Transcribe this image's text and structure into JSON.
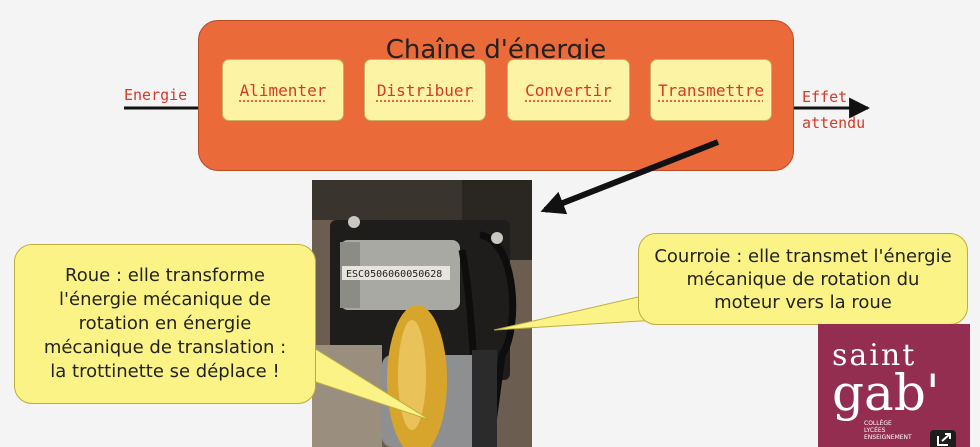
{
  "diagram": {
    "title": "Chaîne d'énergie",
    "input_label": "Energie",
    "output_label_line1": "Effet",
    "output_label_line2": "attendu",
    "stages": [
      "Alimenter",
      "Distribuer",
      "Convertir",
      "Transmettre"
    ]
  },
  "photo": {
    "sticker_text": "ESC0506060050628"
  },
  "callouts": {
    "left": [
      "Roue : elle transforme",
      "l'énergie mécanique de",
      "rotation en énergie",
      "mécanique de translation :",
      "la trottinette se déplace !"
    ],
    "right": [
      "Courroie : elle transmet l'énergie",
      "mécanique de rotation du",
      "moteur vers la roue"
    ]
  },
  "logo": {
    "line1": "saint",
    "line2": "gab'",
    "small": [
      "COLLÈGE",
      "LYCÉES",
      "ENSEIGNEMENT"
    ]
  },
  "colors": {
    "chain_box": "#ea6a3a",
    "stage_fill": "#fdf3a4",
    "stage_text": "#d43a2a",
    "callout_fill": "#fbf386",
    "logo_bg": "#932e50"
  },
  "icons": {
    "corner": "external-link-icon"
  }
}
